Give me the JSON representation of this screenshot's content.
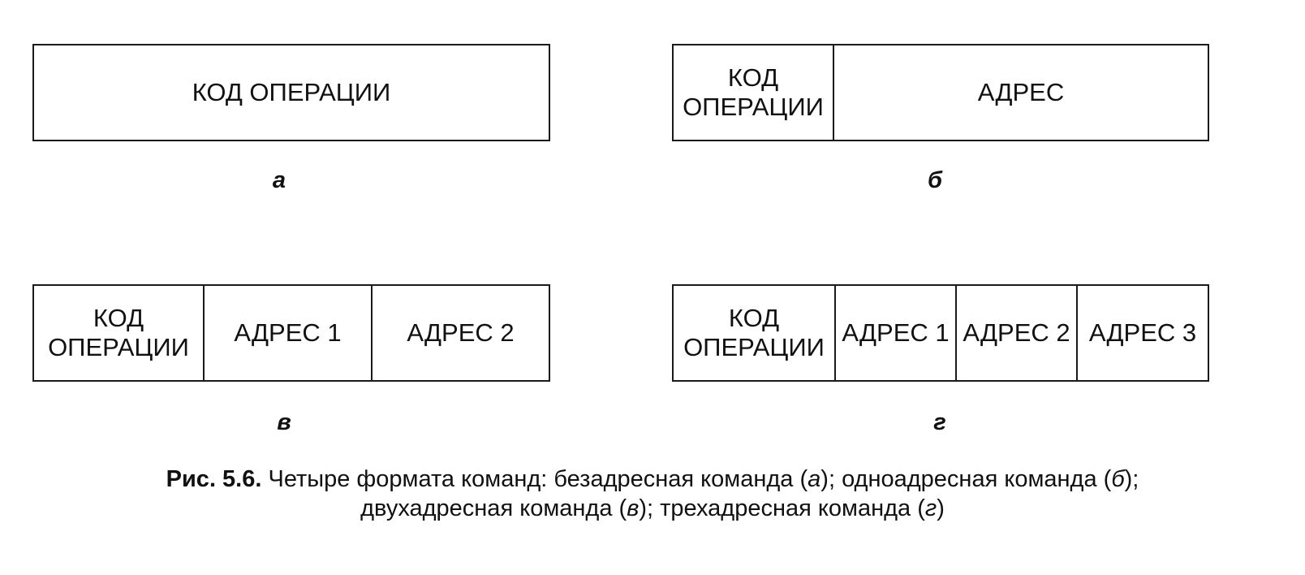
{
  "formats": {
    "a": {
      "letter": "а",
      "fields": [
        "КОД ОПЕРАЦИИ"
      ]
    },
    "b": {
      "letter": "б",
      "opcode_line1": "КОД",
      "opcode_line2": "ОПЕРАЦИИ",
      "address": "АДРЕС"
    },
    "c": {
      "letter": "в",
      "opcode_line1": "КОД",
      "opcode_line2": "ОПЕРАЦИИ",
      "address1": "АДРЕС 1",
      "address2": "АДРЕС 2"
    },
    "d": {
      "letter": "г",
      "opcode_line1": "КОД",
      "opcode_line2": "ОПЕРАЦИИ",
      "address1": "АДРЕС 1",
      "address2": "АДРЕС 2",
      "address3": "АДРЕС 3"
    }
  },
  "caption": {
    "label": "Рис. 5.6.",
    "text_1": " Четыре формата команд: безадресная команда (",
    "ref_a": "а",
    "text_2": "); одноадресная команда (",
    "ref_b": "б",
    "text_3": ");",
    "text_4": "двухадресная команда (",
    "ref_c": "в",
    "text_5": "); трехадресная команда (",
    "ref_d": "г",
    "text_6": ")"
  },
  "colors": {
    "line": "#1a1a1a",
    "text": "#111111",
    "background": "#ffffff"
  }
}
